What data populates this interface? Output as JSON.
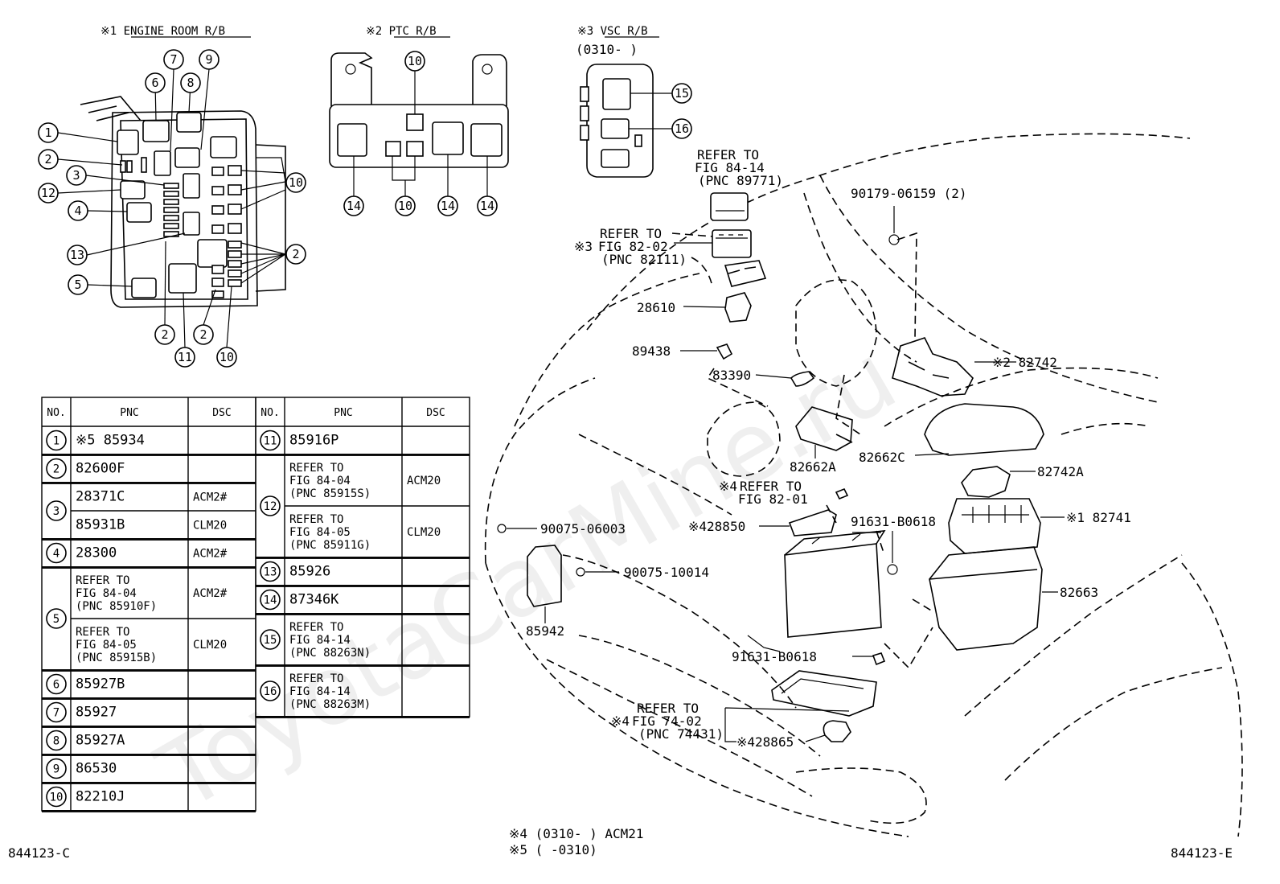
{
  "insets": {
    "engine_room": {
      "title": "※1  ENGINE ROOM R/B"
    },
    "ptc": {
      "title": "※2  PTC R/B"
    },
    "vsc": {
      "title": "※3  VSC R/B",
      "date_range": "(0310-      )"
    }
  },
  "references": {
    "ref_89771": {
      "line1": "REFER TO",
      "line2": "FIG 84-14",
      "line3": "(PNC 89771)"
    },
    "ref_82111": {
      "prefix": "※3",
      "line1": "REFER TO",
      "line2": "FIG 82-02",
      "line3": "(PNC 82111)"
    },
    "ref_82_01": {
      "prefix": "※4",
      "line1": "REFER TO",
      "line2": "FIG 82-01"
    },
    "ref_74431": {
      "prefix": "※4",
      "line1": "REFER TO",
      "line2": "FIG 74-02",
      "line3": "(PNC 74431)"
    }
  },
  "parts": {
    "p90179": "90179-06159 (2)",
    "p28610": "28610",
    "p89438": "89438",
    "p83390": "83390",
    "p82742": "※2 82742",
    "p82662A": "82662A",
    "p82662C": "82662C",
    "p82742A": "82742A",
    "p82741": "※1 82741",
    "p28850": "※428850",
    "p91631a": "91631-B0618",
    "p90075a": "90075-06003",
    "p90075b": "90075-10014",
    "p85942": "85942",
    "p82663": "82663",
    "p91631b": "91631-B0618",
    "p28865": "※428865"
  },
  "footnotes": {
    "note4": "※4 (0310-      ) ACM21",
    "note5": "※5 (      -0310)"
  },
  "codes": {
    "left": "844123-C",
    "right": "844123-E"
  },
  "watermark": "ToyotaCarMine.ru",
  "table": {
    "headers": {
      "no": "NO.",
      "pnc": "PNC",
      "dsc": "DSC"
    },
    "left_rows": [
      {
        "no": "1",
        "lines": [
          {
            "pnc": [
              "※5 85934"
            ],
            "dsc": ""
          }
        ]
      },
      {
        "no": "2",
        "lines": [
          {
            "pnc": [
              "82600F"
            ],
            "dsc": ""
          }
        ]
      },
      {
        "no": "3",
        "lines": [
          {
            "pnc": [
              "28371C"
            ],
            "dsc": "ACM2#"
          },
          {
            "pnc": [
              "85931B"
            ],
            "dsc": "CLM20"
          }
        ]
      },
      {
        "no": "4",
        "lines": [
          {
            "pnc": [
              "28300"
            ],
            "dsc": "ACM2#"
          }
        ]
      },
      {
        "no": "5",
        "lines": [
          {
            "pnc": [
              "REFER TO",
              "FIG 84-04",
              " (PNC 85910F)"
            ],
            "dsc": "ACM2#"
          },
          {
            "pnc": [
              "REFER TO",
              "FIG 84-05",
              " (PNC 85915B)"
            ],
            "dsc": "CLM20"
          }
        ]
      },
      {
        "no": "6",
        "lines": [
          {
            "pnc": [
              "85927B"
            ],
            "dsc": ""
          }
        ]
      },
      {
        "no": "7",
        "lines": [
          {
            "pnc": [
              "85927"
            ],
            "dsc": ""
          }
        ]
      },
      {
        "no": "8",
        "lines": [
          {
            "pnc": [
              "85927A"
            ],
            "dsc": ""
          }
        ]
      },
      {
        "no": "9",
        "lines": [
          {
            "pnc": [
              "86530"
            ],
            "dsc": ""
          }
        ]
      },
      {
        "no": "10",
        "lines": [
          {
            "pnc": [
              "82210J"
            ],
            "dsc": ""
          }
        ]
      }
    ],
    "right_rows": [
      {
        "no": "11",
        "lines": [
          {
            "pnc": [
              "85916P"
            ],
            "dsc": ""
          }
        ]
      },
      {
        "no": "12",
        "lines": [
          {
            "pnc": [
              "REFER TO",
              "FIG 84-04",
              " (PNC 85915S)"
            ],
            "dsc": "ACM20"
          },
          {
            "pnc": [
              "REFER TO",
              "FIG 84-05",
              " (PNC 85911G)"
            ],
            "dsc": "CLM20"
          }
        ]
      },
      {
        "no": "13",
        "lines": [
          {
            "pnc": [
              "85926"
            ],
            "dsc": ""
          }
        ]
      },
      {
        "no": "14",
        "lines": [
          {
            "pnc": [
              "87346K"
            ],
            "dsc": ""
          }
        ]
      },
      {
        "no": "15",
        "lines": [
          {
            "pnc": [
              "REFER TO",
              "FIG 84-14",
              " (PNC 88263N)"
            ],
            "dsc": ""
          }
        ]
      },
      {
        "no": "16",
        "lines": [
          {
            "pnc": [
              "REFER TO",
              "FIG 84-14",
              " (PNC 88263M)"
            ],
            "dsc": ""
          }
        ]
      }
    ]
  }
}
